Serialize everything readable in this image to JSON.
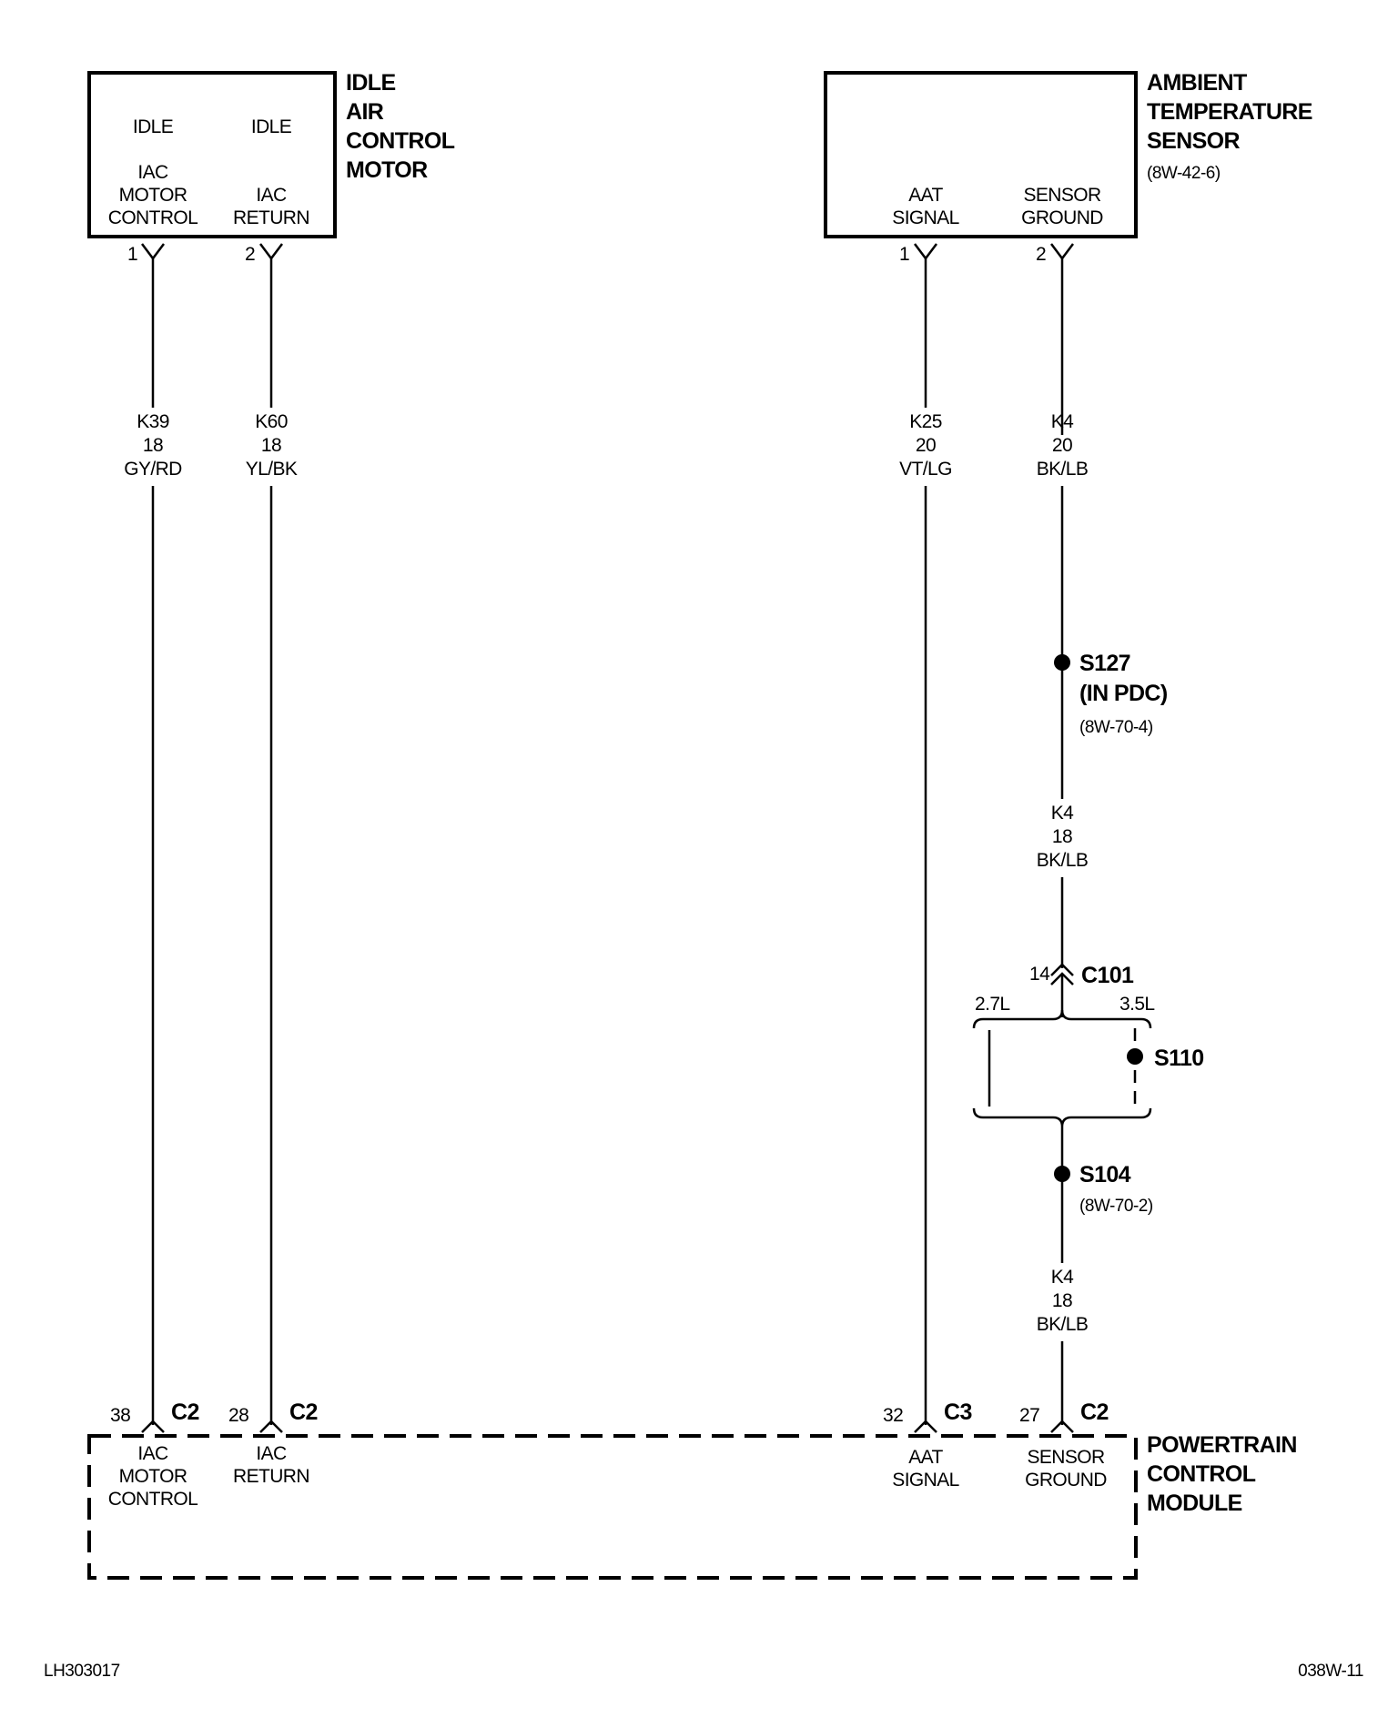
{
  "iac_motor": {
    "title": [
      "IDLE",
      "AIR",
      "CONTROL",
      "MOTOR"
    ],
    "pins": [
      {
        "top": "IDLE",
        "lines": [
          "IAC",
          "MOTOR",
          "CONTROL"
        ],
        "pin": "1"
      },
      {
        "top": "IDLE",
        "lines": [
          "IAC",
          "RETURN"
        ],
        "pin": "2"
      }
    ]
  },
  "aat_sensor": {
    "title": [
      "AMBIENT",
      "TEMPERATURE",
      "SENSOR"
    ],
    "ref": "(8W-42-6)",
    "pins": [
      {
        "lines": [
          "AAT",
          "SIGNAL"
        ],
        "pin": "1"
      },
      {
        "lines": [
          "SENSOR",
          "GROUND"
        ],
        "pin": "2"
      }
    ]
  },
  "wires": [
    {
      "id": "K39",
      "gauge": "18",
      "color": "GY/RD"
    },
    {
      "id": "K60",
      "gauge": "18",
      "color": "YL/BK"
    },
    {
      "id": "K25",
      "gauge": "20",
      "color": "VT/LG"
    },
    {
      "id": "K4",
      "gauge": "20",
      "color": "BK/LB"
    },
    {
      "id": "K4",
      "gauge": "18",
      "color": "BK/LB"
    },
    {
      "id": "K4",
      "gauge": "18",
      "color": "BK/LB"
    }
  ],
  "splices": {
    "s127": {
      "name": "S127",
      "note": "(IN PDC)",
      "ref": "(8W-70-4)"
    },
    "s110": {
      "name": "S110"
    },
    "s104": {
      "name": "S104",
      "ref": "(8W-70-2)"
    }
  },
  "c101": {
    "name": "C101",
    "pin": "14"
  },
  "engine_options": {
    "left": "2.7L",
    "right": "3.5L"
  },
  "pcm": {
    "title": [
      "POWERTRAIN",
      "CONTROL",
      "MODULE"
    ],
    "pins": [
      {
        "pin": "38",
        "connector": "C2",
        "lines": [
          "IAC",
          "MOTOR",
          "CONTROL"
        ]
      },
      {
        "pin": "28",
        "connector": "C2",
        "lines": [
          "IAC",
          "RETURN"
        ]
      },
      {
        "pin": "32",
        "connector": "C3",
        "lines": [
          "AAT",
          "SIGNAL"
        ]
      },
      {
        "pin": "27",
        "connector": "C2",
        "lines": [
          "SENSOR",
          "GROUND"
        ]
      }
    ]
  },
  "footer": {
    "left": "LH303017",
    "right": "038W-11"
  }
}
